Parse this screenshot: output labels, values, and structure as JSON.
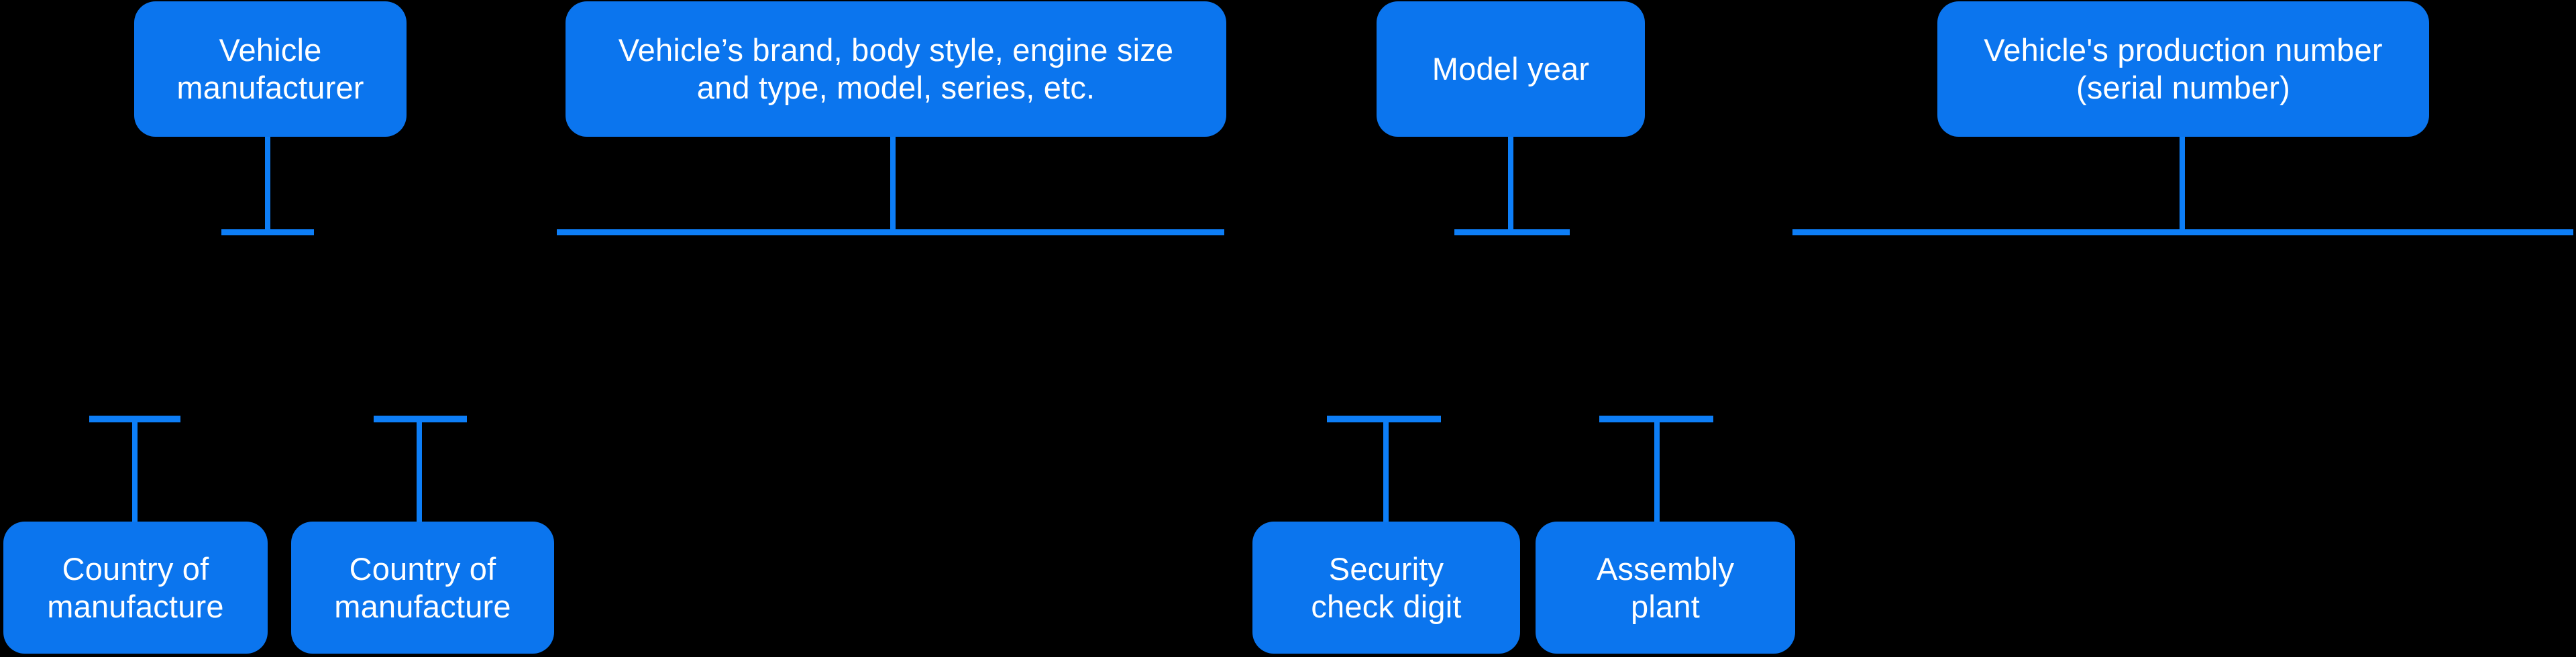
{
  "colors": {
    "background": "#000000",
    "node_fill": "#0b75ee",
    "connector": "#0d7ef7",
    "text": "#ffffff"
  },
  "boxes": {
    "vehicle_manufacturer": {
      "line1": "Vehicle",
      "line2": "manufacturer"
    },
    "brand_attributes": {
      "line1": "Vehicle’s brand, body style, engine size",
      "line2": "and type, model, series, etc."
    },
    "model_year": {
      "line1": "Model year"
    },
    "production_number": {
      "line1": "Vehicle's production number",
      "line2": "(serial number)"
    },
    "country_of_manufacture_1": {
      "line1": "Country of",
      "line2": "manufacture"
    },
    "country_of_manufacture_2": {
      "line1": "Country of",
      "line2": "manufacture"
    },
    "security_check_digit": {
      "line1": "Security",
      "line2": "check digit"
    },
    "assembly_plant": {
      "line1": "Assembly",
      "line2": "plant"
    }
  }
}
